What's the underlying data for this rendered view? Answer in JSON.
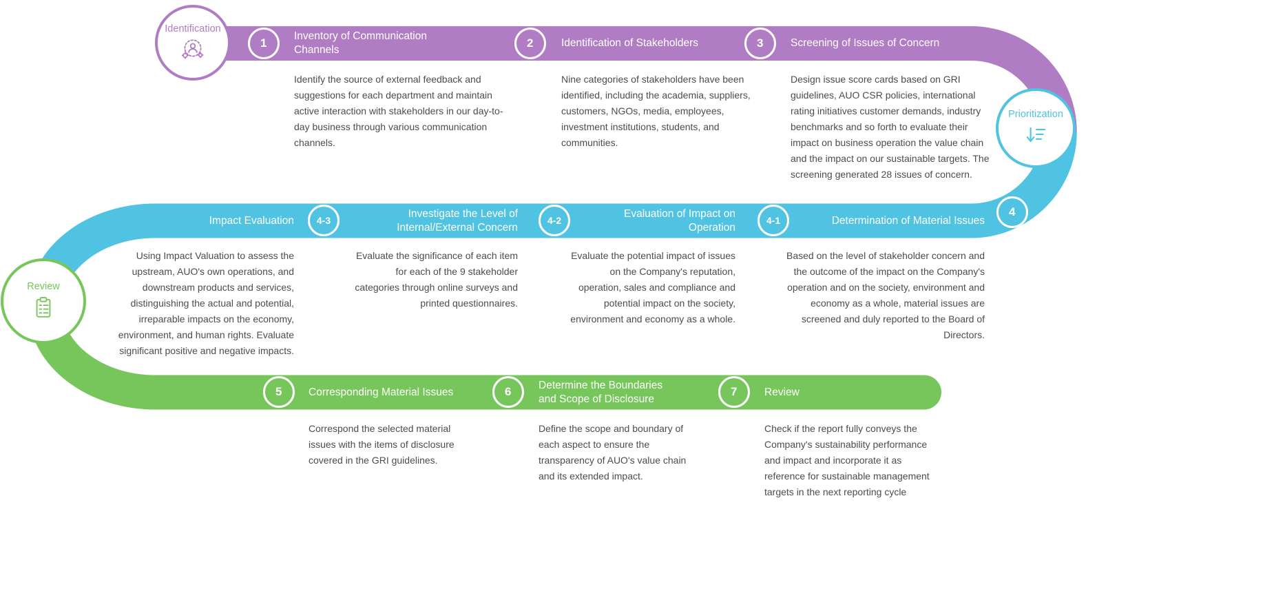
{
  "colors": {
    "purple": "#b07dc5",
    "cyan": "#4fc3e1",
    "green": "#77c65b",
    "text": "#4c4c4e"
  },
  "phases": [
    {
      "label": "Identification",
      "color": "#b07dc5",
      "icon": "user-gear-icon"
    },
    {
      "label": "Prioritization",
      "color": "#4fc3e1",
      "icon": "sort-descending-icon"
    },
    {
      "label": "Review",
      "color": "#77c65b",
      "icon": "clipboard-checklist-icon"
    }
  ],
  "rows": [
    {
      "phase": "Identification",
      "steps": [
        {
          "number": "1",
          "title": "Inventory of Communication Channels",
          "description": "Identify the source of external feedback and suggestions for each department and maintain active interaction with stakeholders in our day-to-day business through various communication channels."
        },
        {
          "number": "2",
          "title": "Identification of Stakeholders",
          "description": "Nine categories of stakeholders have been identified, including the academia, suppliers, customers, NGOs, media, employees, investment institutions, students, and communities."
        },
        {
          "number": "3",
          "title": "Screening of Issues of Concern",
          "description": "Design issue score cards based on GRI guidelines, AUO CSR policies, international rating initiatives customer demands, industry benchmarks and so forth to evaluate their impact on business operation the value chain and the impact on our sustainable targets. The screening generated 28 issues of concern."
        }
      ]
    },
    {
      "phase": "Prioritization",
      "steps": [
        {
          "number": "4-3",
          "title": "Impact Evaluation",
          "description": "Using Impact Valuation to assess the upstream, AUO's own operations, and downstream products and services, distinguishing the actual and potential, irreparable impacts on the economy, environment, and human rights. Evaluate significant positive and negative impacts."
        },
        {
          "number": "4-2",
          "title": "Investigate the Level of Internal/External Concern",
          "description": "Evaluate the significance of each item for each of the 9 stakeholder categories through online surveys and printed questionnaires."
        },
        {
          "number": "4-1",
          "title": "Evaluation of Impact on Operation",
          "description": "Evaluate the potential impact of issues on the Company's reputation, operation, sales and compliance and potential impact on the society, environment and economy as a whole."
        },
        {
          "number": "4",
          "title": "Determination of Material Issues",
          "description": "Based on the level of stakeholder concern and the outcome of the impact on the Company's operation and on the society, environment and economy as a whole, material issues are screened and duly reported to the Board of Directors."
        }
      ]
    },
    {
      "phase": "Review",
      "steps": [
        {
          "number": "5",
          "title": "Corresponding Material Issues",
          "description": "Correspond the selected material issues with the items of disclosure covered in the GRI guidelines."
        },
        {
          "number": "6",
          "title": "Determine the Boundaries and Scope of Disclosure",
          "description": "Define the scope and boundary of each aspect to ensure the transparency of AUO's value chain and its extended impact."
        },
        {
          "number": "7",
          "title": "Review",
          "description": "Check if the report fully conveys the Company's sustainability performance and impact and incorporate it as reference for sustainable management targets in the next reporting cycle"
        }
      ]
    }
  ]
}
